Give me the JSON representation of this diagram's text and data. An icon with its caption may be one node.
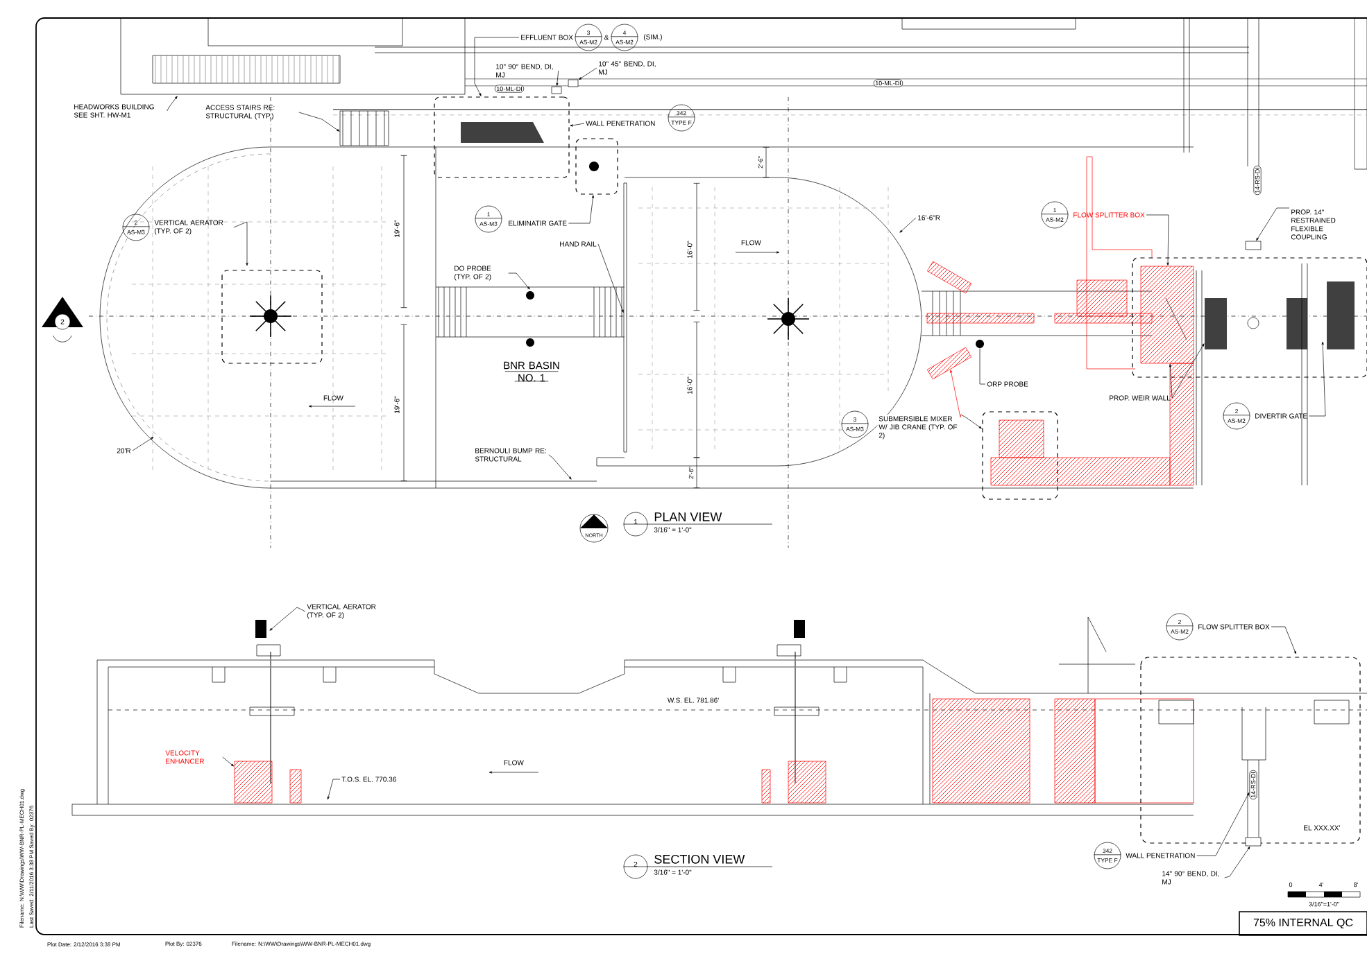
{
  "diagram": {
    "nodes": [
      {
        "text": [
          "EFFLUENT BOX"
        ]
      },
      {
        "text": [
          "3",
          "AS-M2"
        ]
      },
      {
        "text": [
          "4",
          "AS-M2"
        ],
        "beside": [
          "(SIM.)"
        ]
      },
      {
        "text": [
          "10\" 45° BEND, DI, MJ"
        ]
      },
      {
        "text": [
          "10\" 90° BEND, DI, MJ"
        ]
      },
      {
        "text": [
          "10-ML-DI"
        ]
      },
      {
        "text": [
          "10-ML-DI"
        ]
      },
      {
        "text": [
          "HEADWORKS BUILDING SEE SHT. HW-M1"
        ]
      },
      {
        "text": [
          "ACCESS STAIRS RE: STRUCTURAL (TYP.)"
        ]
      },
      {
        "text": [
          "WALL PENETRATION"
        ]
      },
      {
        "text": [
          "342",
          "TYPE F"
        ]
      },
      {
        "text": [
          "14-RS-DI"
        ]
      },
      {
        "text": [
          "1",
          "AS-M3"
        ]
      },
      {
        "text": [
          "ELIMINATIR GATE"
        ]
      },
      {
        "text": [
          "1",
          "AS-M2"
        ]
      },
      {
        "text": [
          "FLOW SPLITTER BOX"
        ]
      },
      {
        "text": [
          "16'-6\"R"
        ]
      },
      {
        "text": [
          "PROP. 14\" RESTRAINED FLEXIBLE COUPLING"
        ]
      },
      {
        "text": [
          "2",
          "AS-M3"
        ]
      },
      {
        "text": [
          "VERTICAL AERATOR (TYP. OF 2)"
        ]
      },
      {
        "text": [
          "HAND RAIL"
        ]
      },
      {
        "text": [
          "DO PROBE (TYP. OF 2)"
        ]
      },
      {
        "text": [
          "BNR BASIN NO. 1"
        ]
      },
      {
        "text": [
          "ORP PROBE"
        ]
      },
      {
        "text": [
          "PROP. WEIR WALL"
        ]
      },
      {
        "text": [
          "2",
          "AS-M2"
        ]
      },
      {
        "text": [
          "DIVERTIR GATE"
        ]
      },
      {
        "text": [
          "3",
          "AS-M3"
        ]
      },
      {
        "text": [
          "SUBMERSIBLE MIXER W/ JIB CRANE (TYP. OF 2)"
        ]
      },
      {
        "text": [
          "20'R"
        ]
      },
      {
        "text": [
          "BERNOULI BUMP RE: STRUCTURAL"
        ]
      },
      {
        "text": [
          "VERTICAL AERATOR (TYP. OF 2)"
        ]
      },
      {
        "text": [
          "2",
          "AS-M2"
        ]
      },
      {
        "text": [
          "FLOW SPLITTER BOX"
        ]
      },
      {
        "text": [
          "VELOCITY ENHANCER"
        ]
      },
      {
        "text": [
          "T.O.S. EL. 770.36"
        ]
      },
      {
        "text": [
          "14-RS-DI"
        ]
      },
      {
        "text": [
          "EL XXX.XX'"
        ]
      },
      {
        "text": [
          "342",
          "TYPE F"
        ]
      },
      {
        "text": [
          "WALL PENETRATION"
        ]
      },
      {
        "text": [
          "14\" 90° BEND, DI, MJ"
        ]
      },
      {
        "text": [
          "75% INTERNAL QC"
        ]
      },
      {
        "text": [
          "2"
        ]
      },
      {
        "text": [
          "1"
        ],
        "beside": [
          "PLAN VIEW",
          "3/16\" = 1'-0\""
        ]
      },
      {
        "text": [
          "2"
        ],
        "beside": [
          "SECTION VIEW",
          "3/16\" = 1'-0\""
        ]
      },
      {
        "text": [],
        "shape": "box"
      },
      {
        "text": [],
        "shape": "box"
      },
      {
        "text": [],
        "shape": "box"
      },
      {
        "text": [],
        "shape": "circle"
      },
      {
        "text": [],
        "shape": "box"
      },
      {
        "text": [],
        "shape": "box"
      },
      {
        "text": [],
        "shape": "box"
      },
      {
        "text": [],
        "shape": "box"
      },
      {
        "text": [],
        "shape": "box"
      },
      {
        "text": [],
        "shape": "box"
      },
      {
        "text": [],
        "shape": "box"
      },
      {
        "text": [],
        "shape": "bar"
      },
      {
        "text": [],
        "shape": "box"
      }
    ],
    "edges": [
      {
        "from": 0,
        "to": 51,
        "arrow": "to"
      },
      {
        "from": 3,
        "to": 53,
        "arrow": "to"
      },
      {
        "from": 4,
        "to": 52,
        "arrow": "to"
      },
      {
        "from": 7,
        "to": null,
        "arrow": "to"
      },
      {
        "from": 8,
        "to": null,
        "arrow": "to"
      },
      {
        "from": 9,
        "to": 51,
        "arrow": "to"
      },
      {
        "from": 13,
        "to": 54,
        "arrow": "to"
      },
      {
        "from": 15,
        "to": 45,
        "arrow": "to"
      },
      {
        "from": 16,
        "to": null,
        "arrow": "to"
      },
      {
        "from": 17,
        "to": 55,
        "arrow": "to"
      },
      {
        "from": 19,
        "to": null,
        "arrow": "to"
      },
      {
        "from": 20,
        "to": 56,
        "arrow": "to"
      },
      {
        "from": 21,
        "to": null,
        "arrow": "to"
      },
      {
        "from": 23,
        "to": 48,
        "arrow": "none"
      },
      {
        "from": 24,
        "to": 45,
        "arrow": "to"
      },
      {
        "from": 24,
        "to": 57,
        "arrow": "to"
      },
      {
        "from": 26,
        "to": null,
        "arrow": "to"
      },
      {
        "from": 28,
        "to": 49,
        "arrow": "to",
        "color": "#ff0000"
      },
      {
        "from": 28,
        "to": 46,
        "arrow": "to"
      },
      {
        "from": 29,
        "to": null,
        "arrow": "to"
      },
      {
        "from": 30,
        "to": null,
        "arrow": "to"
      },
      {
        "from": 31,
        "to": null,
        "arrow": "to"
      },
      {
        "from": 33,
        "to": null,
        "arrow": "to"
      },
      {
        "from": 34,
        "to": 50,
        "arrow": "to"
      },
      {
        "from": 35,
        "to": null,
        "arrow": "to"
      },
      {
        "from": 39,
        "to": 36,
        "arrow": "to"
      },
      {
        "from": 40,
        "to": 47,
        "arrow": "to"
      }
    ],
    "labels": [
      "&",
      "2'-6\"",
      "FLOW",
      "19'-6\"",
      "16'-0\"",
      "16'-0\"",
      "FLOW",
      "19'-6\"",
      "2'-6\"",
      "NORTH",
      "W.S. EL. 781.86'",
      "FLOW",
      "0",
      "4'",
      "8'",
      "3/16\"=1'-0\"",
      "Filename: N:\\WW\\Drawings\\WW-BNR-PL-MECH01.dwg",
      "Last Saved: 2/11/2016 3:38 PM Saved By: 02376",
      "Plot Date: 2/12/2016 3:38 PM",
      "Plot By: 02376",
      "Filename: N:\\WW\\Drawings\\WW-BNR-PL-MECH01.dwg"
    ]
  }
}
